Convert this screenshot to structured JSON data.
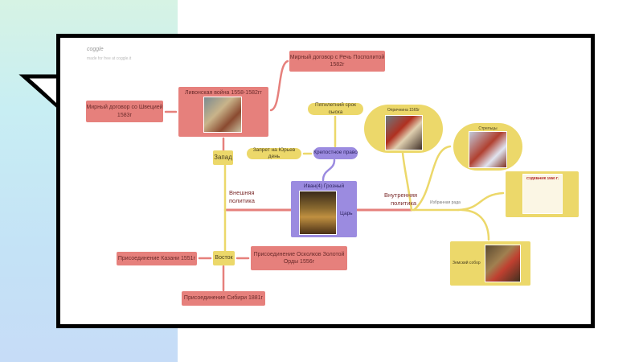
{
  "logo": {
    "name": "coggle",
    "subtitle": "made for free at coggle.it"
  },
  "nodes": {
    "peace_sweden": "Мирный договор со Швецией 1583г",
    "livonian_war": "Ливонская война 1558-1582гг",
    "peace_poland": "Мирный договор с Речь Посполитой 1582г",
    "west": "Запад",
    "foreign_policy": "Внешняя политика",
    "ivan": "Иван(4) Грозный",
    "tsar": "Царь",
    "serfdom": "Крепостное право",
    "yuri_day": "Запрет на Юрьев день",
    "five_year": "Пятилетний срок сыска",
    "oprichnina": "Опричнина 1565г",
    "streltsy": "Стрельцы",
    "sudebnik": "СУДЕБНИК 1550 Г.",
    "zemsky": "Земский собор",
    "domestic_policy": "Внутренняя политика",
    "chosen_rada": "Избранная рада",
    "east": "Восток",
    "kazan": "Присоединение Казани 1551г",
    "horde": "Присоединение Осколков Золотой Орды 1556г",
    "siberia": "Присоединение Сибири 1881г"
  },
  "colors": {
    "red": "#e6807c",
    "yellow": "#ecd86a",
    "purple": "#9b8be0"
  }
}
